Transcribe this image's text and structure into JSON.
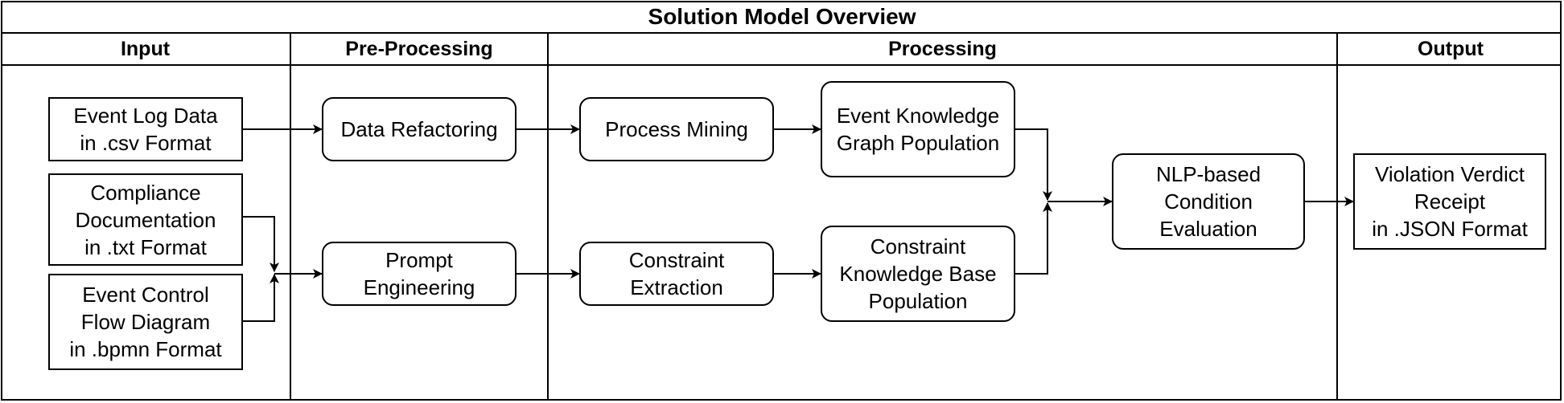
{
  "title": "Solution Model Overview",
  "lanes": {
    "input": "Input",
    "preprocessing": "Pre-Processing",
    "processing": "Processing",
    "output": "Output"
  },
  "nodes": {
    "event_log": "Event Log Data\nin .csv Format",
    "compliance_doc": "Compliance\nDocumentation\nin .txt Format",
    "control_flow": "Event Control\nFlow Diagram\nin .bpmn Format",
    "data_refactoring": "Data Refactoring",
    "prompt_engineering": "Prompt\nEngineering",
    "process_mining": "Process Mining",
    "constraint_extraction": "Constraint\nExtraction",
    "ekg_population": "Event Knowledge\nGraph Population",
    "ckb_population": "Constraint\nKnowledge Base\nPopulation",
    "nlp_evaluation": "NLP-based\nCondition\nEvaluation",
    "verdict_receipt": "Violation Verdict\nReceipt\nin .JSON Format"
  }
}
